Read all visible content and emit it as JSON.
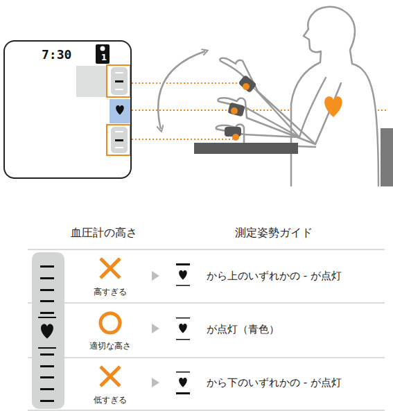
{
  "diagram": {
    "nodes": [
      {
        "text": [
          "7:30",
          "1"
        ]
      }
    ],
    "labels": [
      "血圧計の高さ",
      "測定姿勢ガイド",
      "高すぎる",
      "から上のいずれかの - が点灯",
      "適切な高さ",
      "が点灯（青色）",
      "低すぎる",
      "から下のいずれかの - が点灯"
    ]
  }
}
